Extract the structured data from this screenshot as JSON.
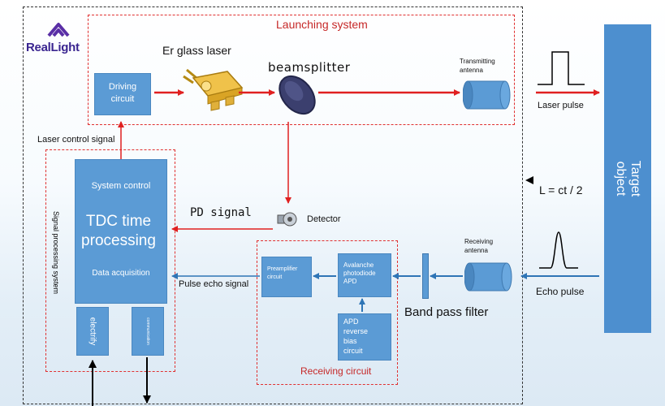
{
  "brand": {
    "name": "RealLight"
  },
  "launching": {
    "title": "Launching system",
    "driving_circuit": "Driving\ncircuit",
    "er_glass_laser": "Er glass laser",
    "beamsplitter": "beamsplitter",
    "transmitting_antenna": "Transmitting\nantenna",
    "laser_pulse": "Laser pulse"
  },
  "target": {
    "label": "Target\nobject"
  },
  "distance_formula": "L = ct / 2",
  "processing": {
    "vertical_title": "Signal processing system",
    "laser_control_signal": "Laser control signal",
    "system_control": "System control",
    "tdc": "TDC time\nprocessing",
    "data_acquisition": "Data acquisition",
    "electrify": "electrify",
    "communication": "communication"
  },
  "signals": {
    "pd_signal": "PD  signal",
    "detector": "Detector",
    "pulse_echo_signal": "Pulse echo signal"
  },
  "receiving": {
    "title": "Receiving circuit",
    "preamplifier": "Preamplifier\ncircuit",
    "apd": "Avalanche\nphotodiode\nAPD",
    "apd_bias": "APD\nreverse\nbias\ncircuit",
    "band_pass_filter": "Band pass filter",
    "receiving_antenna": "Receiving\nantenna",
    "echo_pulse": "Echo pulse"
  },
  "colors": {
    "box_blue": "#5b9bd5",
    "target_blue": "#4d8fcf",
    "arrow_red": "#e02020",
    "arrow_blue": "#2e75b6",
    "dash_red": "#e03030"
  }
}
